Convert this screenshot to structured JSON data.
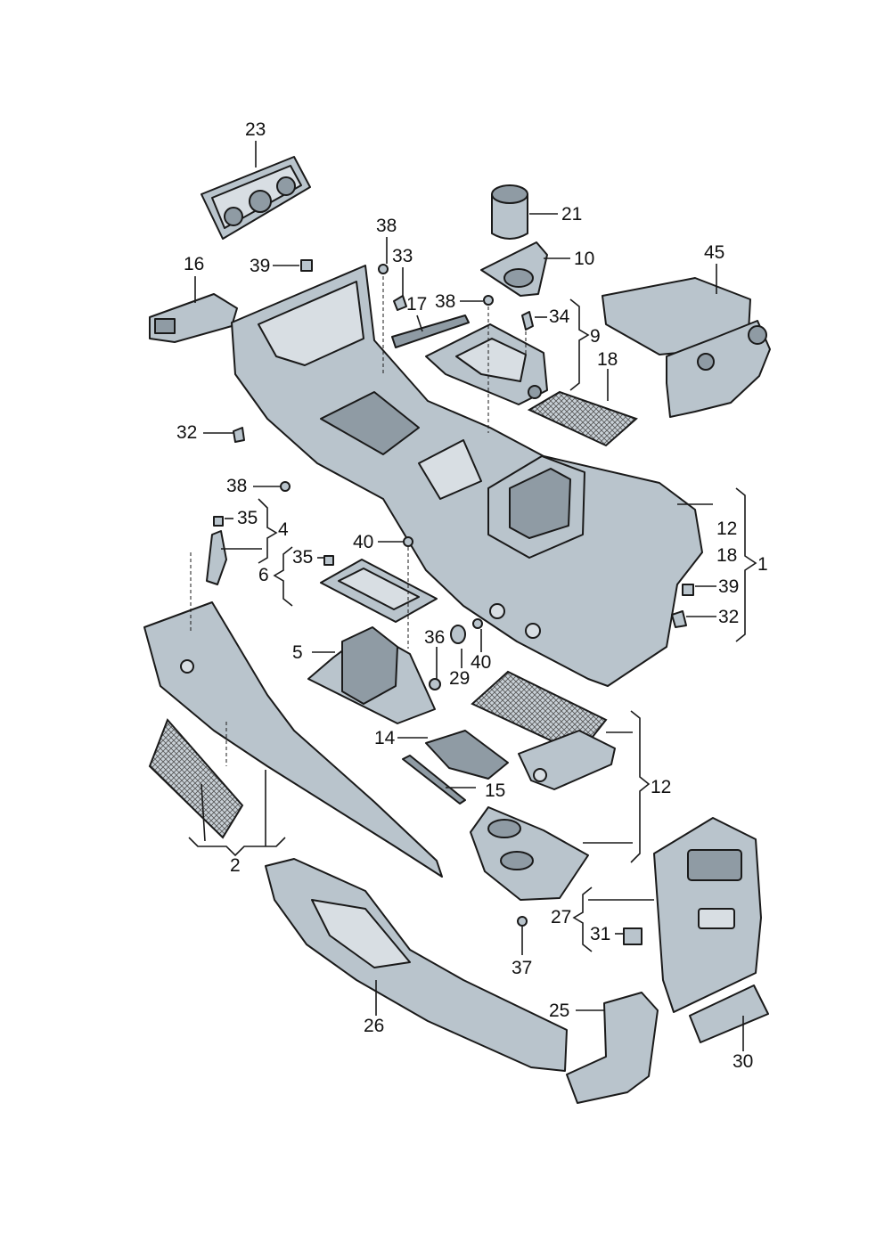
{
  "callouts": {
    "c1": "1",
    "c2": "2",
    "c4": "4",
    "c5": "5",
    "c6": "6",
    "c9": "9",
    "c10": "10",
    "c12a": "12",
    "c12b": "12",
    "c14": "14",
    "c15": "15",
    "c16": "16",
    "c17": "17",
    "c18a": "18",
    "c18b": "18",
    "c21": "21",
    "c23": "23",
    "c25": "25",
    "c26": "26",
    "c27": "27",
    "c29": "29",
    "c30": "30",
    "c31": "31",
    "c32a": "32",
    "c32b": "32",
    "c33": "33",
    "c34": "34",
    "c35a": "35",
    "c35b": "35",
    "c36": "36",
    "c37": "37",
    "c38a": "38",
    "c38b": "38",
    "c38c": "38",
    "c39a": "39",
    "c39b": "39",
    "c40a": "40",
    "c40b": "40",
    "c45": "45"
  },
  "colors": {
    "part_fill": "#b9c4cc",
    "part_shade": "#8f9ba4",
    "outline": "#1a1a1a"
  }
}
